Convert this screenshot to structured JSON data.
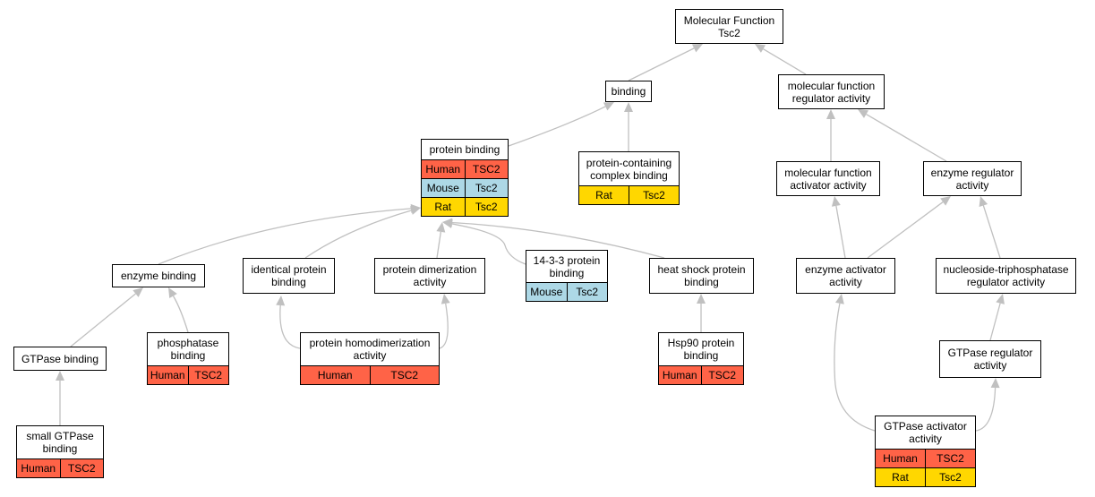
{
  "colors": {
    "edge": "#c0c0c0",
    "Human": "#ff6347",
    "Mouse": "#add8e6",
    "Rat": "#ffd700"
  },
  "nodes": [
    {
      "id": "molecular-function",
      "title": [
        "Molecular Function",
        "Tsc2"
      ],
      "rows": []
    },
    {
      "id": "binding",
      "title": [
        "binding"
      ],
      "rows": []
    },
    {
      "id": "molecular-function-regulator-activity",
      "title": [
        "molecular function",
        "regulator activity"
      ],
      "rows": []
    },
    {
      "id": "protein-binding",
      "title": [
        "protein binding"
      ],
      "rows": [
        {
          "species": "Human",
          "gene": "TSC2"
        },
        {
          "species": "Mouse",
          "gene": "Tsc2"
        },
        {
          "species": "Rat",
          "gene": "Tsc2"
        }
      ]
    },
    {
      "id": "protein-containing-complex-binding",
      "title": [
        "protein-containing",
        "complex binding"
      ],
      "rows": [
        {
          "species": "Rat",
          "gene": "Tsc2"
        }
      ]
    },
    {
      "id": "molecular-function-activator-activity",
      "title": [
        "molecular function",
        "activator activity"
      ],
      "rows": []
    },
    {
      "id": "enzyme-regulator-activity",
      "title": [
        "enzyme regulator",
        "activity"
      ],
      "rows": []
    },
    {
      "id": "enzyme-binding",
      "title": [
        "enzyme binding"
      ],
      "rows": []
    },
    {
      "id": "identical-protein-binding",
      "title": [
        "identical protein",
        "binding"
      ],
      "rows": []
    },
    {
      "id": "protein-dimerization-activity",
      "title": [
        "protein dimerization",
        "activity"
      ],
      "rows": []
    },
    {
      "id": "14-3-3-protein-binding",
      "title": [
        "14-3-3 protein",
        "binding"
      ],
      "rows": [
        {
          "species": "Mouse",
          "gene": "Tsc2"
        }
      ]
    },
    {
      "id": "heat-shock-protein-binding",
      "title": [
        "heat shock protein",
        "binding"
      ],
      "rows": []
    },
    {
      "id": "enzyme-activator-activity",
      "title": [
        "enzyme activator",
        "activity"
      ],
      "rows": []
    },
    {
      "id": "nucleoside-triphosphatase-regulator-activity",
      "title": [
        "nucleoside-triphosphatase",
        "regulator activity"
      ],
      "rows": []
    },
    {
      "id": "gtpase-binding",
      "title": [
        "GTPase binding"
      ],
      "rows": []
    },
    {
      "id": "phosphatase-binding",
      "title": [
        "phosphatase",
        "binding"
      ],
      "rows": [
        {
          "species": "Human",
          "gene": "TSC2"
        }
      ]
    },
    {
      "id": "protein-homodimerization-activity",
      "title": [
        "protein homodimerization",
        "activity"
      ],
      "rows": [
        {
          "species": "Human",
          "gene": "TSC2"
        }
      ]
    },
    {
      "id": "hsp90-protein-binding",
      "title": [
        "Hsp90 protein",
        "binding"
      ],
      "rows": [
        {
          "species": "Human",
          "gene": "TSC2"
        }
      ]
    },
    {
      "id": "gtpase-regulator-activity",
      "title": [
        "GTPase regulator",
        "activity"
      ],
      "rows": []
    },
    {
      "id": "small-gtpase-binding",
      "title": [
        "small GTPase",
        "binding"
      ],
      "rows": [
        {
          "species": "Human",
          "gene": "TSC2"
        }
      ]
    },
    {
      "id": "gtpase-activator-activity",
      "title": [
        "GTPase activator",
        "activity"
      ],
      "rows": [
        {
          "species": "Human",
          "gene": "TSC2"
        },
        {
          "species": "Rat",
          "gene": "Tsc2"
        }
      ]
    }
  ],
  "edges": [
    {
      "from": "binding",
      "to": "molecular-function"
    },
    {
      "from": "molecular-function-regulator-activity",
      "to": "molecular-function"
    },
    {
      "from": "protein-binding",
      "to": "binding"
    },
    {
      "from": "protein-containing-complex-binding",
      "to": "binding"
    },
    {
      "from": "molecular-function-activator-activity",
      "to": "molecular-function-regulator-activity"
    },
    {
      "from": "enzyme-regulator-activity",
      "to": "molecular-function-regulator-activity"
    },
    {
      "from": "enzyme-binding",
      "to": "protein-binding"
    },
    {
      "from": "identical-protein-binding",
      "to": "protein-binding"
    },
    {
      "from": "protein-dimerization-activity",
      "to": "protein-binding"
    },
    {
      "from": "14-3-3-protein-binding",
      "to": "protein-binding"
    },
    {
      "from": "heat-shock-protein-binding",
      "to": "protein-binding"
    },
    {
      "from": "enzyme-activator-activity",
      "to": "molecular-function-activator-activity"
    },
    {
      "from": "enzyme-activator-activity",
      "to": "enzyme-regulator-activity"
    },
    {
      "from": "nucleoside-triphosphatase-regulator-activity",
      "to": "enzyme-regulator-activity"
    },
    {
      "from": "gtpase-binding",
      "to": "enzyme-binding"
    },
    {
      "from": "phosphatase-binding",
      "to": "enzyme-binding"
    },
    {
      "from": "protein-homodimerization-activity",
      "to": "identical-protein-binding"
    },
    {
      "from": "protein-homodimerization-activity",
      "to": "protein-dimerization-activity"
    },
    {
      "from": "hsp90-protein-binding",
      "to": "heat-shock-protein-binding"
    },
    {
      "from": "gtpase-regulator-activity",
      "to": "nucleoside-triphosphatase-regulator-activity"
    },
    {
      "from": "small-gtpase-binding",
      "to": "gtpase-binding"
    },
    {
      "from": "gtpase-activator-activity",
      "to": "enzyme-activator-activity"
    },
    {
      "from": "gtpase-activator-activity",
      "to": "gtpase-regulator-activity"
    }
  ]
}
